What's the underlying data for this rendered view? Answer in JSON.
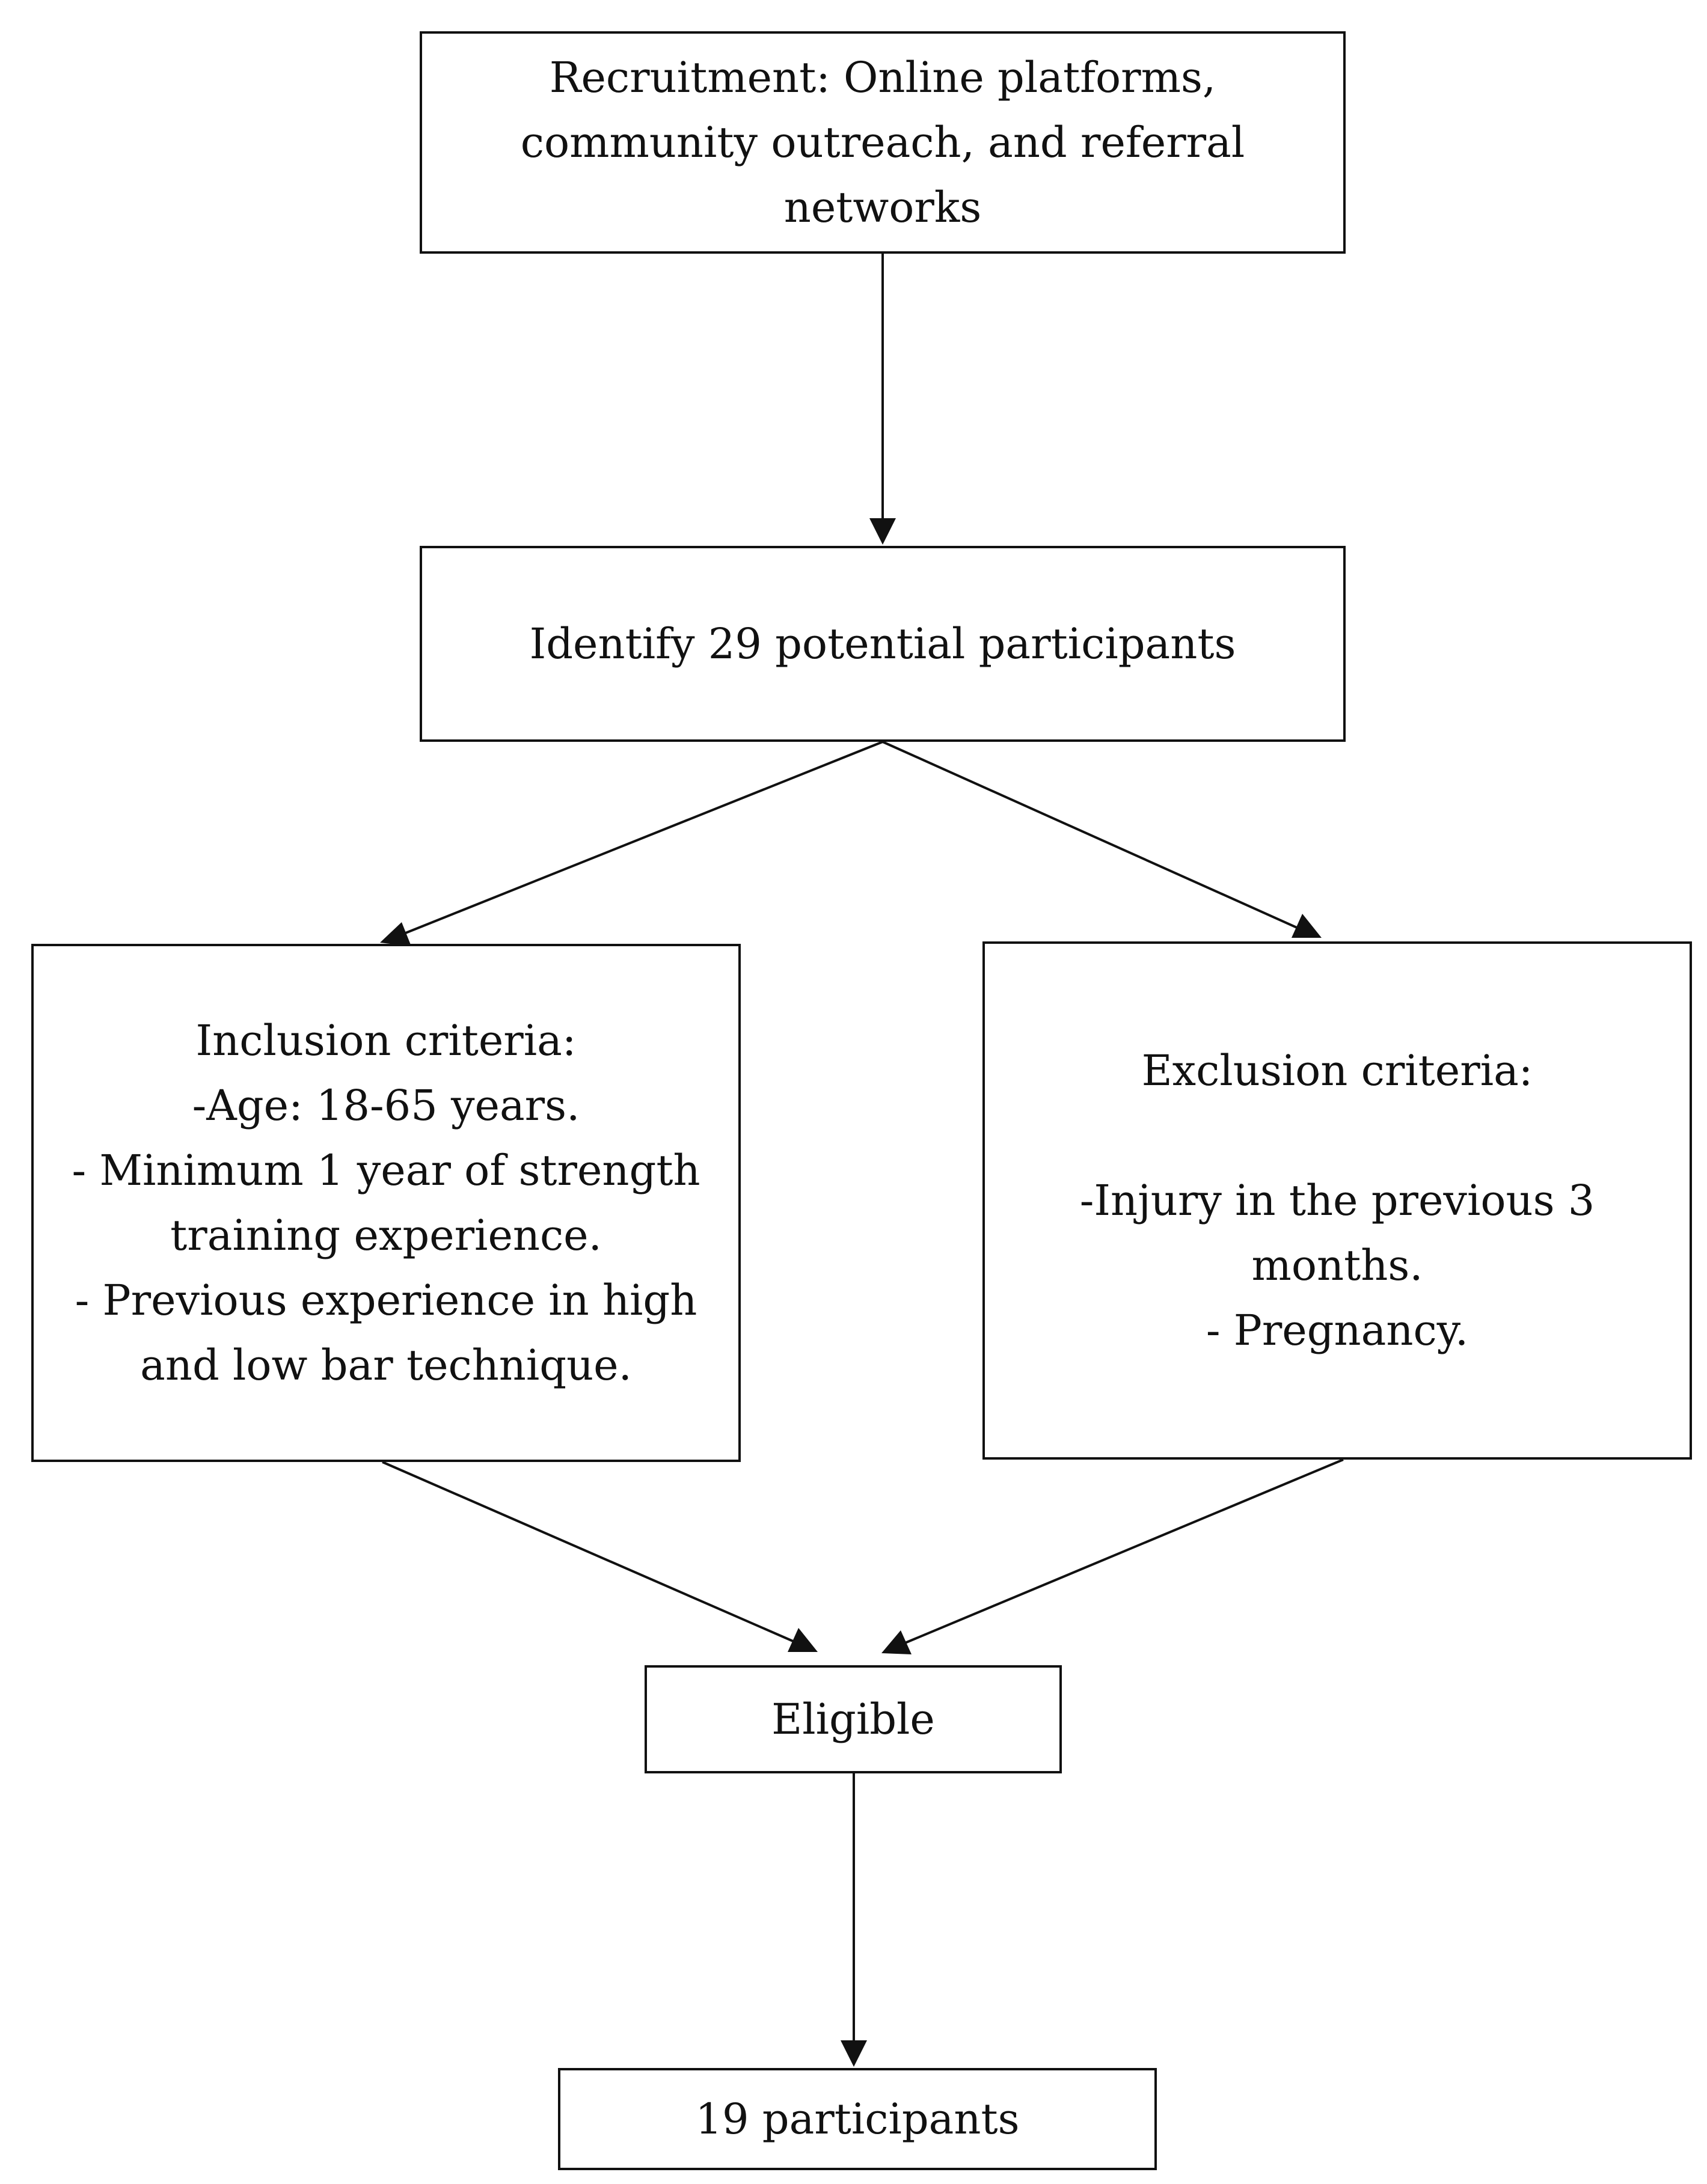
{
  "diagram": {
    "recruitment": {
      "lines": [
        "Recruitment: Online platforms,",
        "community outreach, and referral",
        "networks"
      ]
    },
    "identify": {
      "text": "Identify 29 potential participants"
    },
    "inclusion": {
      "lines": [
        "Inclusion criteria:",
        "-Age: 18-65 years.",
        "- Minimum 1 year of strength",
        "training experience.",
        "- Previous experience in high",
        "and low bar technique."
      ]
    },
    "exclusion": {
      "title": "Exclusion criteria:",
      "lines": [
        "-Injury in the previous 3",
        "months.",
        "- Pregnancy."
      ]
    },
    "eligible": {
      "text": "Eligible"
    },
    "participants": {
      "text": "19 participants"
    },
    "line_color": "#111111"
  }
}
